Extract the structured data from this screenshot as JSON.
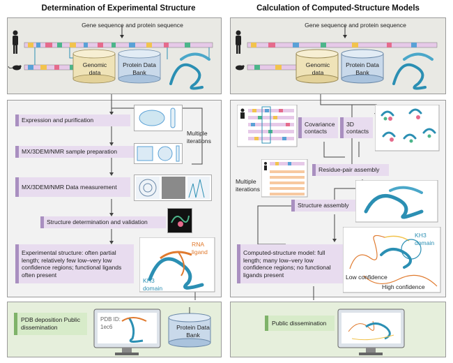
{
  "left": {
    "title": "Determination of Experimental Structure",
    "sequence_label": "Gene sequence and protein sequence",
    "genomic_db": "Genomic data",
    "pdb_db": "Protein Data Bank",
    "steps": [
      "Expression and purification",
      "MX/3DEM/NMR sample preparation",
      "MX/3DEM/NMR Data measurement",
      "Structure determination and validation",
      "Experimental structure: often partial length; relatively few low–very low confidence regions; functional ligands often present"
    ],
    "iterations_label": "Multiple iterations",
    "rna_label": "RNA ligand",
    "kh3_label": "KH3 domain",
    "bank_label": "Protein Data Bank",
    "deposition": "PDB deposition Public dissemination",
    "pdb_id": "PDB ID: 1ec6"
  },
  "right": {
    "title": "Calculation of Computed-Structure Models",
    "sequence_label": "Gene sequence and protein sequence",
    "genomic_db": "Genomic data",
    "pdb_db": "Protein Data Bank",
    "covariance": "Covariance contacts",
    "contacts3d": "3D contacts",
    "iterations_label": "Multiple iterations",
    "residue_pair": "Residue-pair assembly",
    "structure_assembly": "Structure assembly",
    "model_text": "Computed-structure model: full length; many low–very low confidence regions; no functional ligands present",
    "kh3_label": "KH3 domain",
    "low_conf": "Low confidence",
    "high_conf": "High confidence",
    "dissemination": "Public dissemination"
  },
  "colors": {
    "teal": "#2b8fb3",
    "orange": "#e07a2e",
    "purple_box": "#e8dcef",
    "green_box": "#d7ebc9"
  }
}
